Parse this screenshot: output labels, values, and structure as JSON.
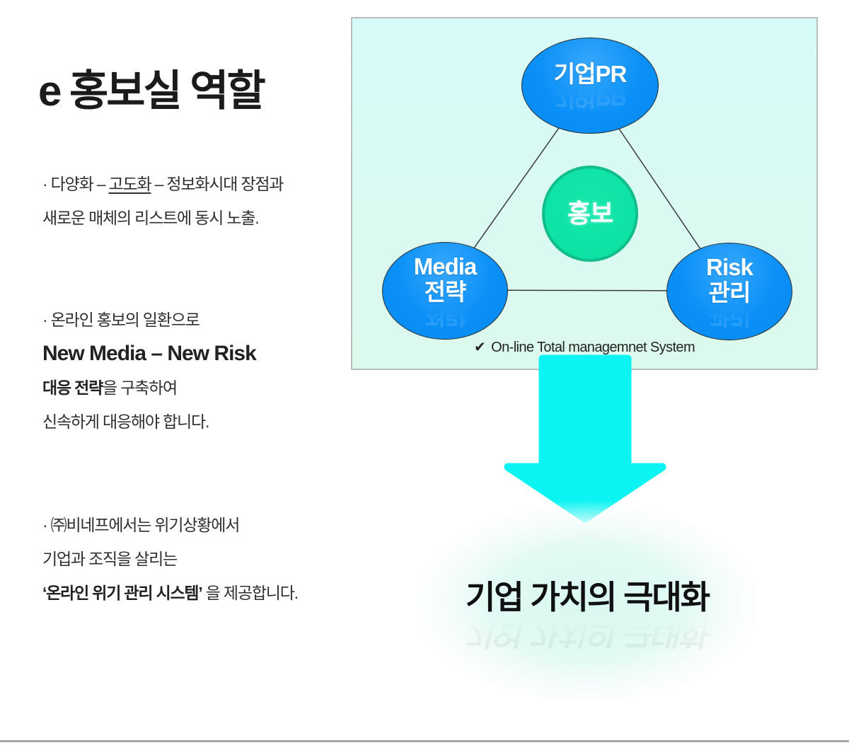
{
  "header": {
    "title": "e 홍보실 역할"
  },
  "paragraphs": {
    "bullet": "·",
    "p1": {
      "l1a": "다양화 – ",
      "l1_underlined": "고도화",
      "l1b": " – 정보화시대 장점과",
      "l2": "새로운 매체의 리스트에 동시 노출."
    },
    "p2": {
      "l1": "온라인 홍보의 일환으로",
      "l2": "New Media – New Risk",
      "l3_bold": "대응 전략",
      "l3_rest": "을 구축하여",
      "l4": "신속하게 대응해야 합니다."
    },
    "p3": {
      "l1": "㈜비네프에서는 위기상황에서",
      "l2": "기업과 조직을 살리는",
      "l3_bold": "‘온라인 위기 관리 시스템’",
      "l3_rest": " 을 제공합니다."
    }
  },
  "diagram": {
    "node_top": "기업PR",
    "node_center": "홍보",
    "node_left_l1": "Media",
    "node_left_l2": "전략",
    "node_right_l1": "Risk",
    "node_right_l2": "관리",
    "check_glyph": "✔",
    "caption": "On-line Total managemnet System",
    "colors": {
      "node_blue": "#0a90f8",
      "node_green": "#0adfa2",
      "node_green_border": "#12bd8c",
      "box_background": "#d9faf3",
      "box_border": "#b7bcbc",
      "arrow_cyan": "#0bf3f3",
      "line_dark": "#3a3a3a"
    }
  },
  "result": {
    "label": "기업 가치의 극대화"
  }
}
